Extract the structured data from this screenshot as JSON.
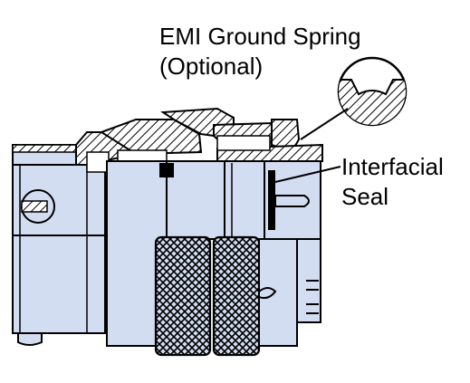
{
  "labels": {
    "emi_line1": "EMI Ground Spring",
    "emi_line2": "(Optional)",
    "seal_line1": "Interfacial",
    "seal_line2": "Seal"
  },
  "colors": {
    "body_fill": "#d3ddf1",
    "outline": "#000000",
    "hatch": "#000000",
    "background": "#ffffff"
  }
}
